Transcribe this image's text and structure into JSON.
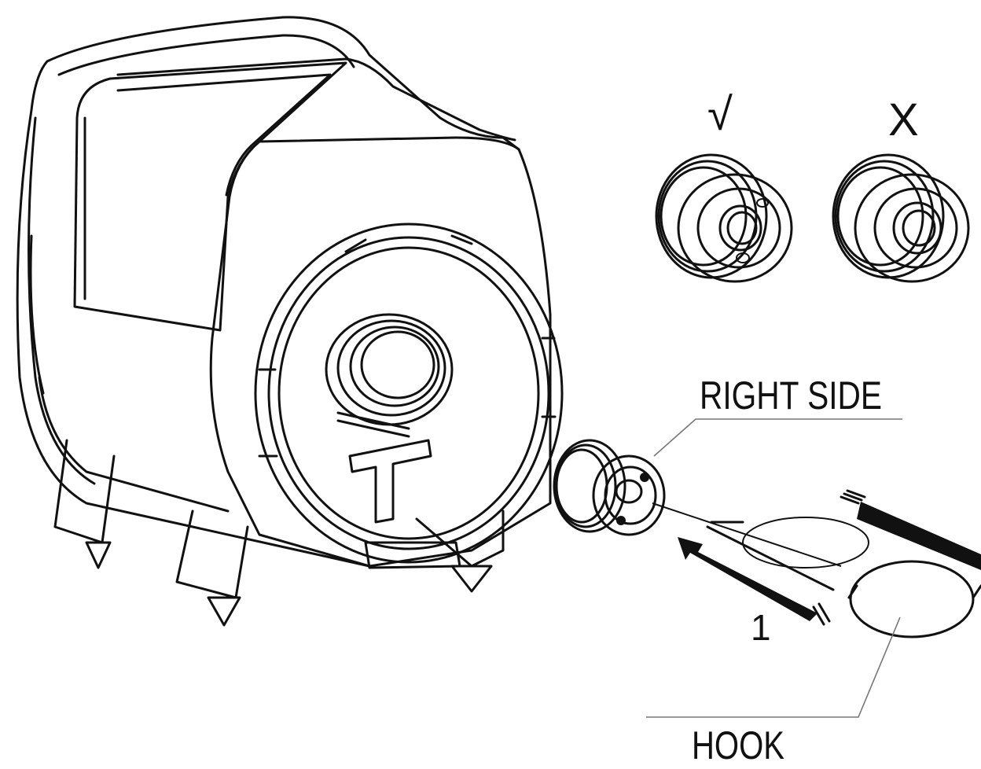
{
  "labels": {
    "correct": "√",
    "incorrect": "X",
    "right_side": "RIGHT SIDE",
    "hook": "HOOK",
    "step": "1"
  }
}
